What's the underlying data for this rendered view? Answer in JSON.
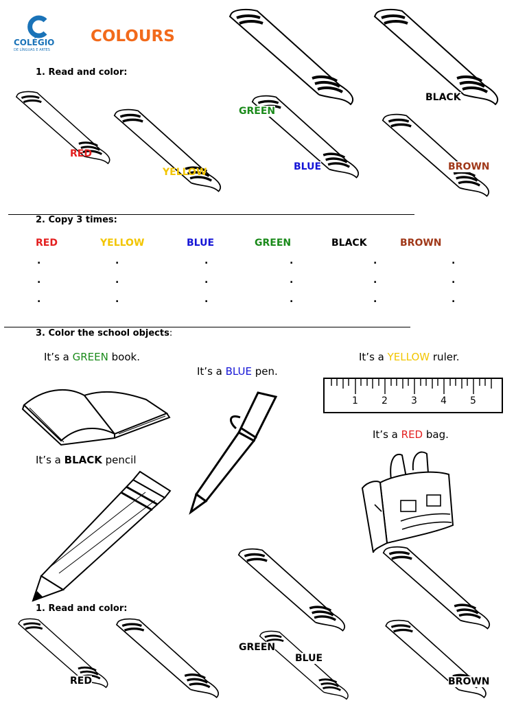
{
  "logo": {
    "name": "COLÉGIO",
    "sub": "DE LÍNGUAS E ARTES",
    "brand_color": "#1a73b8"
  },
  "title": {
    "text": "COLOURS",
    "color": "#f26a1b"
  },
  "section1": {
    "heading": "1. Read and color:",
    "labels": [
      {
        "text": "RED",
        "color": "#e32020"
      },
      {
        "text": "YELLOW",
        "color": "#f2c500"
      },
      {
        "text": "GREEN",
        "color": "#1a8a1a"
      },
      {
        "text": "BLUE",
        "color": "#1515d6"
      },
      {
        "text": "BLACK",
        "color": "#000000"
      },
      {
        "text": "BROWN",
        "color": "#a0391a"
      }
    ]
  },
  "section2": {
    "heading": "2. Copy 3 times:",
    "words": [
      {
        "text": "RED",
        "color": "#e32020"
      },
      {
        "text": "YELLOW",
        "color": "#f2c500"
      },
      {
        "text": "BLUE",
        "color": "#1515d6"
      },
      {
        "text": "GREEN",
        "color": "#1a8a1a"
      },
      {
        "text": "BLACK",
        "color": "#000000"
      },
      {
        "text": "BROWN",
        "color": "#a0391a"
      }
    ]
  },
  "section3": {
    "heading_bold": "3. Color the school objects",
    "heading_tail": ":",
    "prefix": "It’s a",
    "sentences": [
      {
        "color_word": "GREEN",
        "color": "#1a8a1a",
        "object": "book."
      },
      {
        "color_word": "BLUE",
        "color": "#1515d6",
        "object": "pen."
      },
      {
        "color_word": "YELLOW",
        "color": "#f2c500",
        "object": "ruler."
      },
      {
        "color_word": "RED",
        "color": "#e32020",
        "object": "bag."
      },
      {
        "color_word": "BLACK",
        "color": "#000000",
        "object": "pencil"
      }
    ],
    "ruler_numbers": [
      "1",
      "2",
      "3",
      "4",
      "5"
    ]
  },
  "repeat": {
    "heading": "1. Read and color:",
    "labels": [
      {
        "text": "RED",
        "color": "#000000"
      },
      {
        "text": "GREEN",
        "color": "#000000"
      },
      {
        "text": "BLUE",
        "color": "#000000"
      },
      {
        "text": "BROWN",
        "color": "#000000"
      }
    ]
  }
}
